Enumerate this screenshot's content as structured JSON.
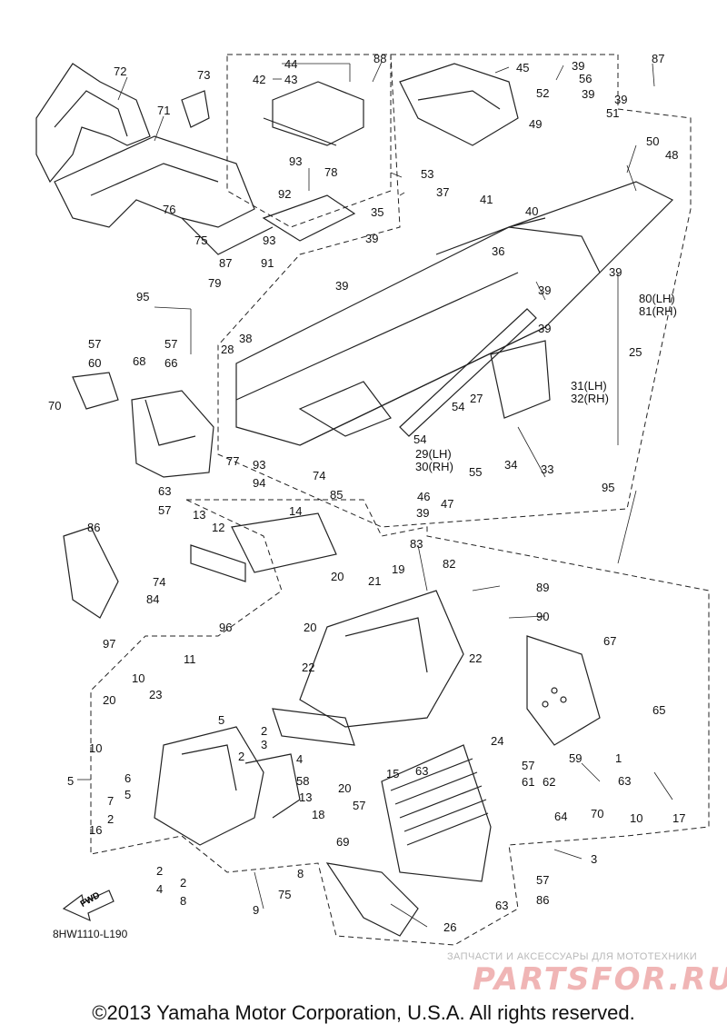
{
  "diagram": {
    "part_code": "8HW1110-L190",
    "fwd_label": "FWD",
    "watermark_line1": "ЗАПЧАСТИ И АКСЕССУАРЫ ДЛЯ МОТОТЕХНИКИ",
    "watermark_logo": "PARTSFOR.RU",
    "copyright": "©2013 Yamaha Motor Corporation, U.S.A. All rights reserved.",
    "callouts": [
      "72",
      "73",
      "44",
      "42",
      "43",
      "88",
      "45",
      "87",
      "39",
      "56",
      "52",
      "71",
      "93",
      "78",
      "53",
      "37",
      "35",
      "41",
      "39",
      "49",
      "51",
      "39",
      "50",
      "48",
      "76",
      "92",
      "75",
      "39",
      "93",
      "91",
      "87",
      "36",
      "39",
      "40",
      "39",
      "79",
      "39",
      "95",
      "80(LH)",
      "81(RH)",
      "57",
      "38",
      "28",
      "39",
      "25",
      "57",
      "60",
      "66",
      "68",
      "70",
      "27",
      "31(LH)",
      "32(RH)",
      "54",
      "77",
      "93",
      "94",
      "74",
      "29(LH)",
      "30(RH)",
      "54",
      "34",
      "33",
      "85",
      "46",
      "47",
      "39",
      "55",
      "95",
      "63",
      "57",
      "86",
      "13",
      "12",
      "14",
      "83",
      "89",
      "82",
      "90",
      "19",
      "74",
      "84",
      "20",
      "21",
      "96",
      "20",
      "67",
      "97",
      "11",
      "10",
      "22",
      "22",
      "23",
      "20",
      "24",
      "65",
      "10",
      "5",
      "2",
      "3",
      "2",
      "4",
      "58",
      "61",
      "62",
      "63",
      "57",
      "59",
      "1",
      "5",
      "6",
      "5",
      "7",
      "2",
      "13",
      "18",
      "20",
      "15",
      "63",
      "64",
      "70",
      "17",
      "57",
      "10",
      "16",
      "69",
      "3",
      "2",
      "4",
      "2",
      "8",
      "8",
      "9",
      "75",
      "63",
      "57",
      "86",
      "26"
    ]
  }
}
